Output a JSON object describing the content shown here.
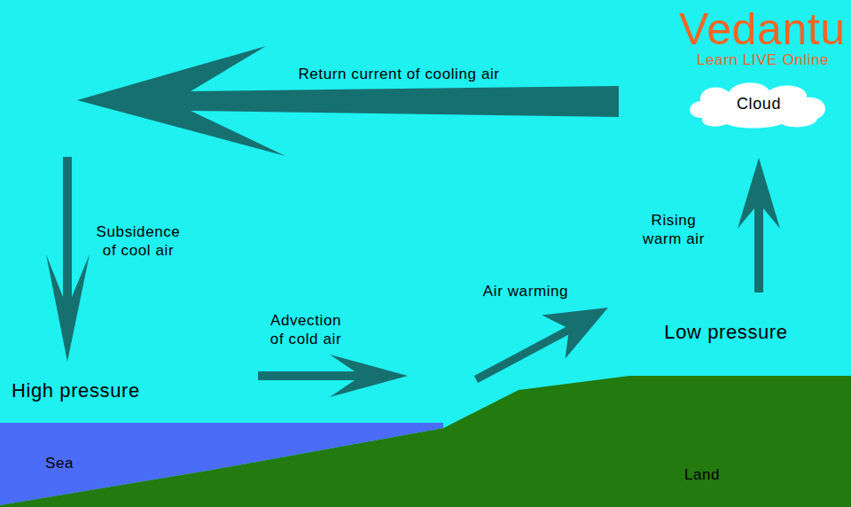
{
  "diagram": {
    "nodes": [
      {
        "text": [
          "Cloud"
        ]
      },
      {
        "text": [
          "Sea"
        ]
      },
      {
        "text": [
          "Land"
        ]
      }
    ],
    "labels": [
      "Vedantu",
      "Learn LIVE Online",
      "Return current of cooling air",
      "Rising warm air",
      "Subsidence of cool air",
      "Air warming",
      "Advection of cold air",
      "Low pressure",
      "High pressure"
    ]
  }
}
